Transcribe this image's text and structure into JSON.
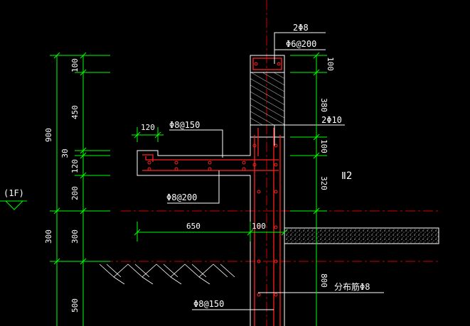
{
  "colors": {
    "background": "#000000",
    "dimension_line": "#00ff00",
    "leader_line": "#ffffff",
    "concrete_outline": "#ffffff",
    "rebar": "#ff2020",
    "axis_line": "#d00000",
    "gravel_fill": "#c0c0c0"
  },
  "level_mark": {
    "text": "(1F)"
  },
  "left_dimensions": {
    "total_upper": "900",
    "segments": [
      "100",
      "450",
      "30",
      "120",
      "200",
      "300",
      "300",
      "500"
    ]
  },
  "overhang": {
    "width_dim": "120",
    "top_rebar_label": "Φ8@150",
    "bottom_rebar_label": "Φ8@200",
    "span_dim": "650",
    "wall_dim": "100"
  },
  "wall_top": {
    "main_bars": "2Φ8",
    "stirrups": "Φ6@200"
  },
  "wall": {
    "mid_bars": "2Φ10",
    "right_dims": [
      "100",
      "380",
      "100",
      "320",
      "800"
    ],
    "section_mark": "Ⅱ2",
    "distribution_bar": "分布筋Φ8",
    "vertical_rebar": "Φ8@150"
  }
}
